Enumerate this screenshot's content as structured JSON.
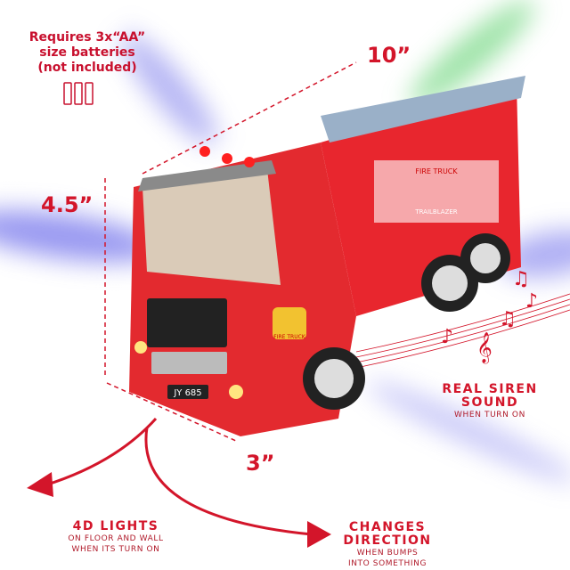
{
  "battery_note": {
    "line1": "Requires 3x“AA”",
    "line2": "size batteries",
    "line3": "(not included)",
    "icon": "battery-icon"
  },
  "dimensions": {
    "length": "10”",
    "height": "4.5”",
    "width": "3”"
  },
  "features": [
    {
      "title_line1": "REAL SIREN",
      "title_line2": "SOUND",
      "sub_line1": "WHEN TURN ON",
      "icon": "music-notes-icon"
    },
    {
      "title_line1": "4D LIGHTS",
      "sub_line1": "ON FLOOR AND WALL",
      "sub_line2": "WHEN ITS TURN ON"
    },
    {
      "title_line1": "CHANGES",
      "title_line2": "DIRECTION",
      "sub_line1": "WHEN BUMPS",
      "sub_line2": "INTO SOMETHING"
    }
  ],
  "truck": {
    "side_label": "FIRE TRUCK",
    "side_sub": "TRAILBLAZER",
    "badge": "FIRE TRUCK",
    "plate": "JY 685"
  },
  "colors": {
    "accent": "#d3152a",
    "truck_red": "#e8262e",
    "beam_blue": "#5a5ae6",
    "beam_green": "#3ec850"
  }
}
